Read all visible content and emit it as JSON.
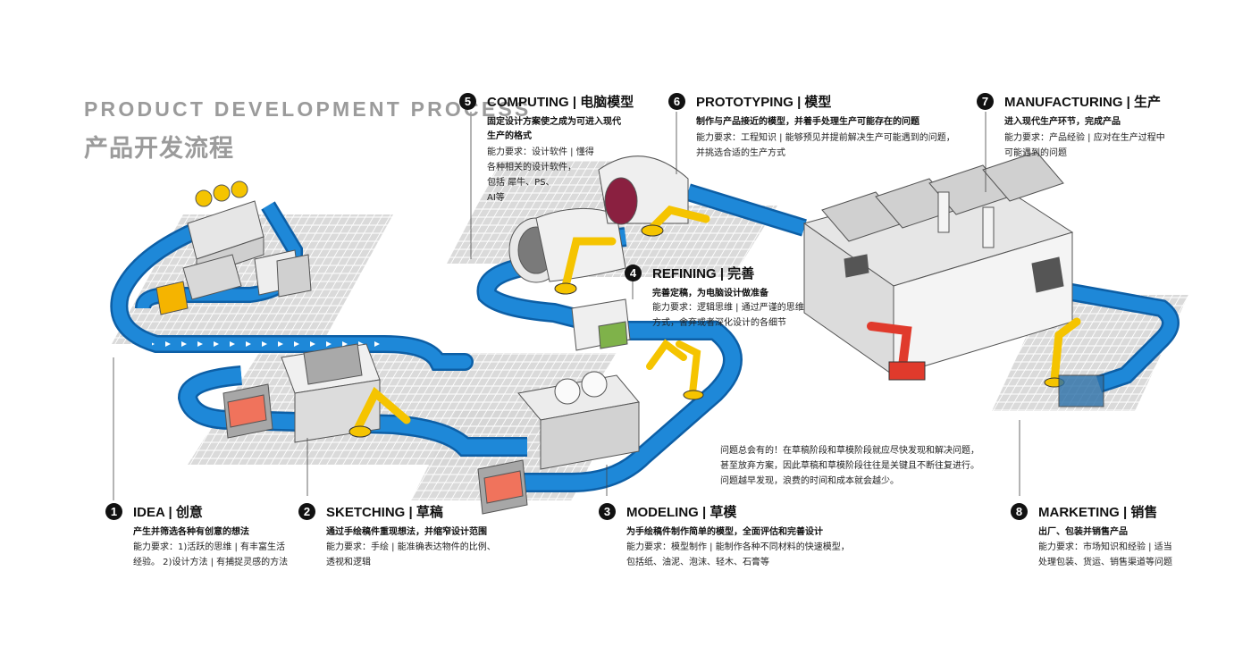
{
  "title": {
    "en": "PRODUCT  DEVELOPMENT  PROCESS",
    "zh": "产品开发流程"
  },
  "steps": [
    {
      "num": "1",
      "heading": "IDEA | 创意",
      "sub": [
        "产生并筛选各种有创意的想法"
      ],
      "body": [
        "能力要求：1)活跃的思维  |  有丰富生活",
        "经验。 2)设计方法 | 有捕捉灵感的方法"
      ]
    },
    {
      "num": "2",
      "heading": "SKETCHING | 草稿",
      "sub": [
        "通过手绘稿件重现想法，并缩窄设计范围"
      ],
      "body": [
        "能力要求：手绘 | 能准确表达物件的比例、",
        "透视和逻辑"
      ]
    },
    {
      "num": "3",
      "heading": "MODELING | 草模",
      "sub": [
        "为手绘稿件制作简单的模型，全面评估和完善设计"
      ],
      "body": [
        "能力要求：模型制作  |  能制作各种不同材料的快速模型，",
        "包括纸、油泥、泡沫、轻木、石膏等"
      ]
    },
    {
      "num": "4",
      "heading": "REFINING | 完善",
      "sub": [
        "完善定稿，为电脑设计做准备"
      ],
      "body": [
        "能力要求：逻辑思维  |  通过严谨的思维",
        "方式，舍弃或者深化设计的各细节"
      ]
    },
    {
      "num": "5",
      "heading": "COMPUTING | 电脑模型",
      "sub": [
        "固定设计方案使之成为可进入现代",
        "生产的格式"
      ],
      "body": [
        "能力要求：设计软件  |  懂得",
        "各种相关的设计软件，",
        "包括  犀牛、PS、",
        "AI等"
      ]
    },
    {
      "num": "6",
      "heading": "PROTOTYPING | 模型",
      "sub": [
        "制作与产品接近的模型，并着手处理生产可能存在的问题"
      ],
      "body": [
        "能力要求：工程知识 | 能够预见并提前解决生产可能遇到的问题，",
        "并挑选合适的生产方式"
      ]
    },
    {
      "num": "7",
      "heading": "MANUFACTURING | 生产",
      "sub": [
        "进入现代生产环节，完成产品"
      ],
      "body": [
        "能力要求：产品经验  |  应对在生产过程中",
        "可能遇到的问题"
      ]
    },
    {
      "num": "8",
      "heading": "MARKETING | 销售",
      "sub": [
        "出厂、包装并销售产品"
      ],
      "body": [
        "能力要求：市场知识和经验  |  适当",
        "处理包装、货运、销售渠道等问题"
      ]
    }
  ],
  "note": [
    "问题总会有的！在草稿阶段和草模阶段就应尽快发现和解决问题，",
    "甚至放弃方案，因此草稿和草模阶段往往是关键且不断往复进行。",
    "问题越早发现，浪费的时间和成本就会越少。"
  ],
  "colors": {
    "belt": "#1e88d8",
    "belt_dark": "#0d5fa6",
    "robot": "#f5c400",
    "robot_red": "#e03a2c",
    "grid": "#c9c9c9",
    "machine": "#e9e9e9"
  }
}
